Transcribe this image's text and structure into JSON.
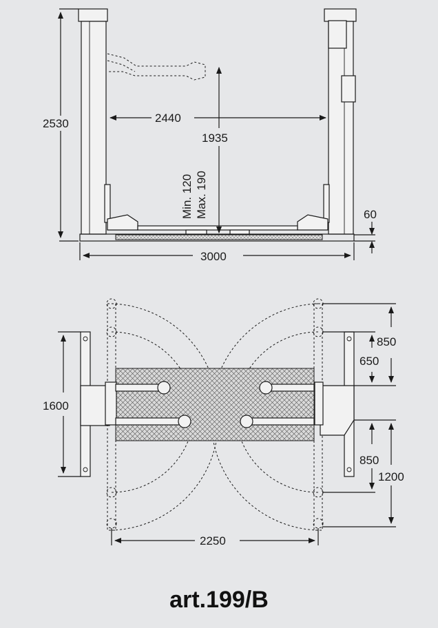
{
  "front_view": {
    "height_total": "2530",
    "width_between_columns": "2440",
    "max_lift_height": "1935",
    "min_pad_height": "Min. 120",
    "max_pad_height": "Max. 190",
    "base_height": "60",
    "overall_width": "3000"
  },
  "top_view": {
    "arm_reach_1": "850",
    "arm_reach_2": "650",
    "column_depth": "1600",
    "arm_reach_3": "850",
    "arm_reach_4": "1200",
    "inner_width": "2250"
  },
  "title": "art.199/B"
}
